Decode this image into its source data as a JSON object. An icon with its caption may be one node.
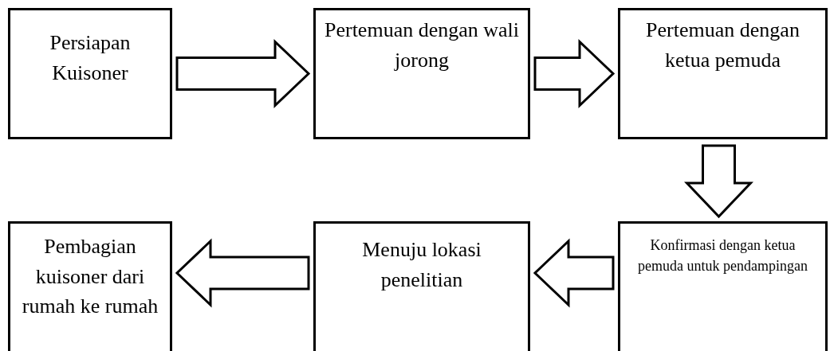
{
  "diagram": {
    "nodes": [
      {
        "text": [
          "Persiapan Kuisoner"
        ]
      },
      {
        "text": [
          "Pertemuan dengan wali jorong"
        ]
      },
      {
        "text": [
          "Pertemuan dengan ketua pemuda"
        ]
      },
      {
        "text": [
          "Konfirmasi dengan ketua pemuda untuk pendampingan"
        ]
      },
      {
        "text": [
          "Menuju lokasi penelitian"
        ]
      },
      {
        "text": [
          "Pembagian kuisoner dari rumah ke rumah"
        ]
      }
    ],
    "edges": [
      {
        "from": 0,
        "to": 1,
        "arrow": "to"
      },
      {
        "from": 1,
        "to": 2,
        "arrow": "to"
      },
      {
        "from": 2,
        "to": 3,
        "arrow": "to"
      },
      {
        "from": 3,
        "to": 4,
        "arrow": "to"
      },
      {
        "from": 4,
        "to": 5,
        "arrow": "to"
      }
    ]
  }
}
